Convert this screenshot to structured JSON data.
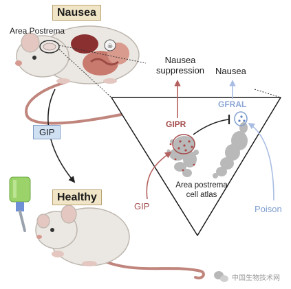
{
  "labels": {
    "nausea_top": "Nausea",
    "area_postrema": "Area Postrema",
    "nausea_suppression_line1": "Nausea",
    "nausea_suppression_line2": "suppression",
    "nausea_right": "Nausea",
    "gfral": "GFRAL",
    "gipr": "GIPR",
    "gip_box": "GIP",
    "healthy": "Healthy",
    "gip_bottom": "GIP",
    "atlas_line1": "Area postrema",
    "atlas_line2": "cell atlas",
    "poison": "Poison",
    "watermark": "中国生物技术网"
  },
  "colors": {
    "gipr_red": "#a34a4a",
    "gfral_blue": "#8ca6d6",
    "poison_blue": "#7f9fcf",
    "label_box_fill": "#f1e5c8",
    "gip_box_fill": "#cfe0f3",
    "mouse_body": "#ebe7e2"
  },
  "icons": {
    "watermark": "wechat-icon",
    "bottle": "water-bottle-icon",
    "mouse": "mouse-icon"
  }
}
